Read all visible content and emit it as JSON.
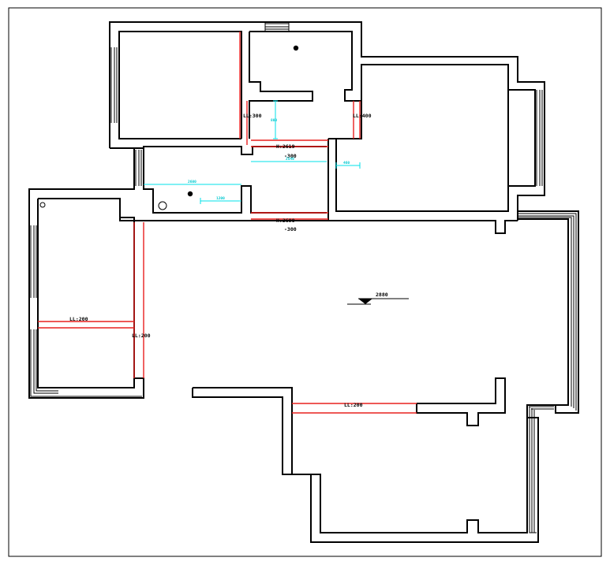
{
  "plan": {
    "beam_labels": {
      "lower_room_left": "LL:200",
      "west_room_vertical": "LL:200",
      "top_left": "LL:300",
      "top_right": "LL:400",
      "living_bottom": "LL:200"
    },
    "height_labels": {
      "upper": {
        "line1": "H:2619",
        "line2": "-300"
      },
      "lower": {
        "line1": "H:2690",
        "line2": "-300"
      }
    },
    "elevation_mark": "2880",
    "dimension_labels": {
      "upper_vertical": "800",
      "upper_horizontal": "2540",
      "upper_small": "460",
      "mid_long": "2600",
      "mid_short": "1200"
    },
    "colors": {
      "wall": "#000000",
      "beam": "#e8201e",
      "dimension": "#00e0e8",
      "frame": "#000000",
      "background": "#ffffff"
    }
  }
}
